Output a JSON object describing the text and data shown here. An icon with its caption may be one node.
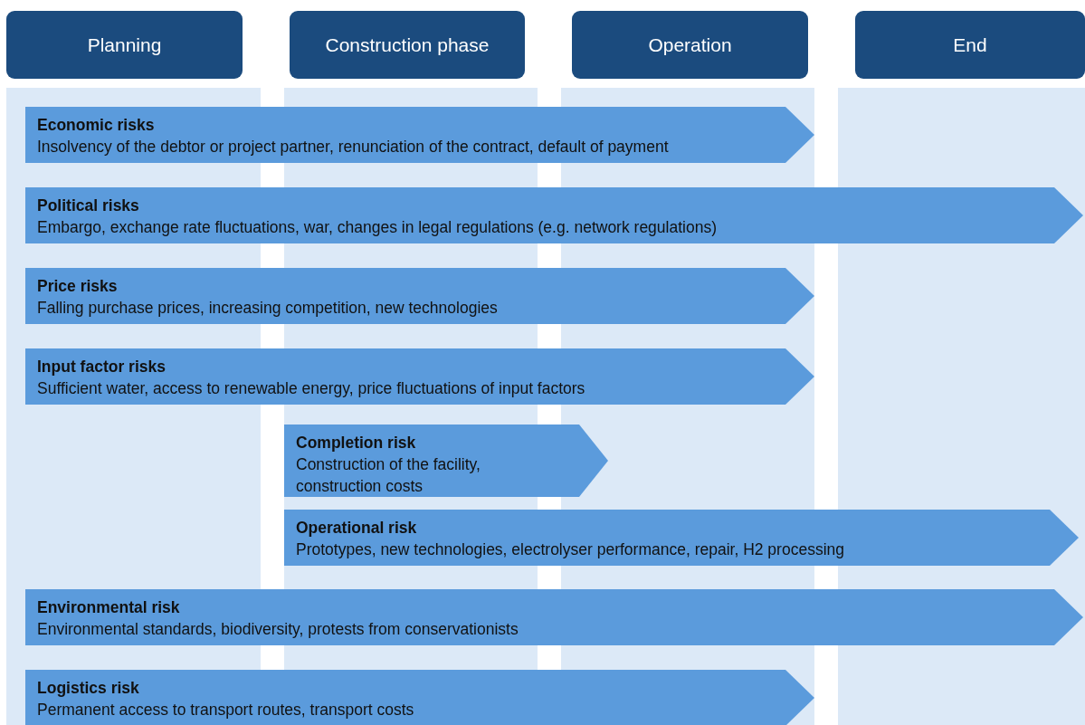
{
  "diagram": {
    "nodes": [
      {
        "text": [
          "Planning"
        ]
      },
      {
        "text": [
          "Construction phase"
        ]
      },
      {
        "text": [
          "Operation"
        ]
      },
      {
        "text": [
          "End"
        ]
      },
      {
        "text": [
          "Economic risks",
          "Insolvency of the debtor or project partner, renunciation of the contract, default of payment"
        ]
      },
      {
        "text": [
          "Political risks",
          "Embargo, exchange rate fluctuations, war, changes in legal regulations (e.g. network regulations)"
        ]
      },
      {
        "text": [
          "Price risks",
          "Falling purchase prices, increasing competition, new technologies"
        ]
      },
      {
        "text": [
          "Input factor risks",
          "Sufficient water, access to renewable energy, price fluctuations of input factors"
        ]
      },
      {
        "text": [
          "Completion risk",
          "Construction of the facility, construction costs"
        ]
      },
      {
        "text": [
          "Operational risk",
          "Prototypes, new technologies, electrolyser performance, repair, H2 processing"
        ]
      },
      {
        "text": [
          "Environmental risk",
          "Environmental standards, biodiversity, protests from conservationists"
        ]
      },
      {
        "text": [
          "Logistics risk",
          "Permanent access to transport routes, transport costs"
        ]
      }
    ]
  }
}
